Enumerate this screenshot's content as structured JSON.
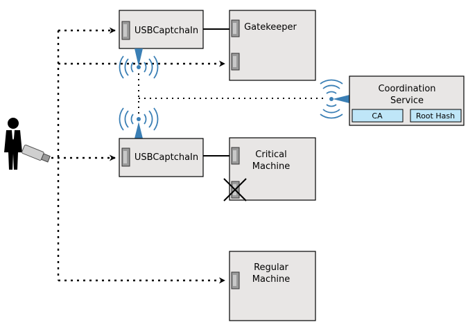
{
  "nodes": {
    "usb_top": "USBCaptchaIn",
    "gatekeeper": "Gatekeeper",
    "coordination_line1": "Coordination",
    "coordination_line2": "Service",
    "ca": "CA",
    "root_hash": "Root Hash",
    "usb_mid": "USBCaptchaIn",
    "critical_line1": "Critical",
    "critical_line2": "Machine",
    "regular_line1": "Regular",
    "regular_line2": "Machine"
  },
  "icons": {
    "user": "person-icon",
    "usb": "usb-stick-icon",
    "wireless": "wireless-antenna-icon",
    "blocked": "blocked-port-x-icon"
  },
  "colors": {
    "box_fill": "#e8e6e5",
    "wireless": "#3a7fb5",
    "cell_fill": "#bfe6f8"
  }
}
